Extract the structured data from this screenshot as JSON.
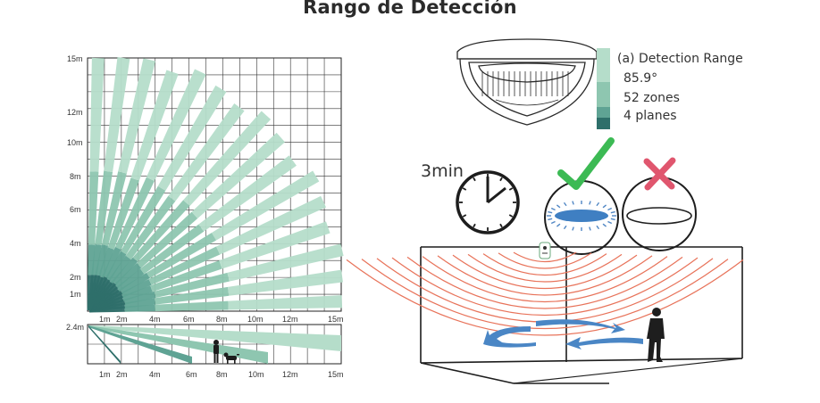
{
  "title": "Rango de Detección",
  "top_plot": {
    "y_ticks": [
      "15m",
      "12m",
      "10m",
      "8m",
      "6m",
      "4m",
      "2m",
      "1m"
    ],
    "x_ticks": [
      "1m",
      "2m",
      "4m",
      "6m",
      "8m",
      "10m",
      "12m",
      "15m"
    ]
  },
  "side_plot": {
    "y_ticks": [
      "2.4m"
    ],
    "x_ticks": [
      "1m",
      "2m",
      "4m",
      "6m",
      "8m",
      "10m",
      "12m",
      "15m"
    ]
  },
  "legend": {
    "lines": [
      "(a) Detection Range",
      "85.9°",
      "52 zones",
      "4 planes"
    ],
    "colors": [
      "#b5ddca",
      "#8ec6b0",
      "#5fa394",
      "#2e6f6a"
    ]
  },
  "timer_label": "3min",
  "colors": {
    "ok": "#3cba54",
    "bad": "#e0566e",
    "wave": "#e8735a",
    "arrow": "#4a86c5",
    "grid": "#222222"
  }
}
